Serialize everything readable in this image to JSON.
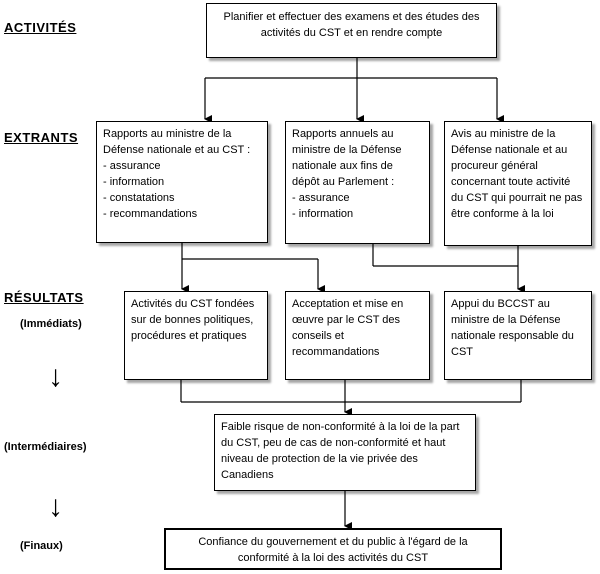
{
  "labels": {
    "activites": "ACTIVITÉS",
    "extrants": "EXTRANTS",
    "resultats": "RÉSULTATS",
    "immediats": "(Immédiats)",
    "intermediaires": "(Intermédiaires)",
    "finaux": "(Finaux)"
  },
  "activity": "Planifier et effectuer des examens et des études des activités du CST et en rendre compte",
  "outputs": [
    {
      "title": "Rapports au ministre de la Défense nationale et au CST :",
      "items": [
        "assurance",
        "information",
        "constatations",
        "recommandations"
      ]
    },
    {
      "title": "Rapports annuels au ministre de la Défense nationale aux fins de dépôt au Parlement :",
      "items": [
        "assurance",
        "information"
      ]
    },
    {
      "title": "Avis au ministre de la Défense nationale et au procureur général concernant toute activité du CST qui pourrait ne pas être conforme à la loi",
      "items": []
    }
  ],
  "immediate": [
    "Activités du CST fondées sur de bonnes politiques, procédures et pratiques",
    "Acceptation et mise en œuvre par le CST des conseils et recommandations",
    "Appui du BCCST au ministre de la Défense nationale responsable du CST"
  ],
  "intermediate": "Faible risque de non-conformité à la loi de la part du CST, peu de cas de non-conformité et haut niveau de protection de la vie privée des Canadiens",
  "final": "Confiance du gouvernement et du public à l'égard de la conformité à la loi des activités du CST",
  "arrow_glyph": "↓"
}
